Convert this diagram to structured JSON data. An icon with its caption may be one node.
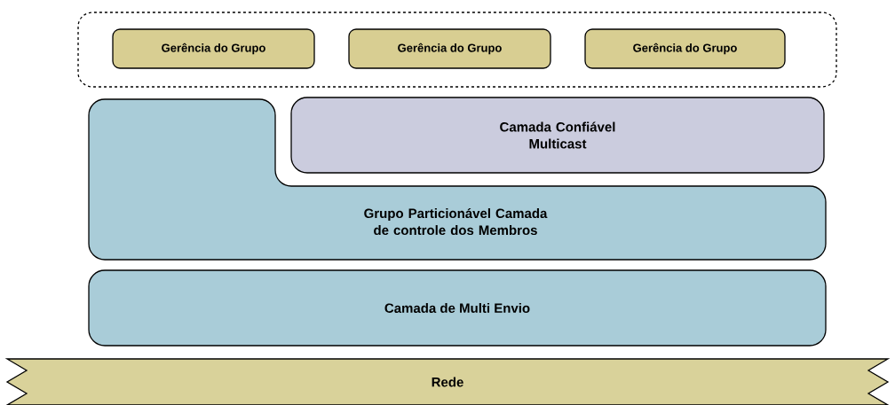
{
  "diagram": {
    "nodes": [
      {
        "text": [],
        "shape": "box"
      },
      {
        "text": [
          "Gerência do Grupo"
        ],
        "in": 0
      },
      {
        "text": [
          "Gerência do Grupo"
        ],
        "in": 0
      },
      {
        "text": [
          "Gerência do Grupo"
        ],
        "in": 0
      },
      {
        "text": [
          "Camada Confiável Multicast"
        ]
      },
      {
        "text": [
          "Grupo Particionável Camada de controle dos Membros"
        ]
      },
      {
        "text": [
          "Camada de Multi Envio"
        ]
      },
      {
        "text": [
          "Rede"
        ]
      }
    ]
  }
}
